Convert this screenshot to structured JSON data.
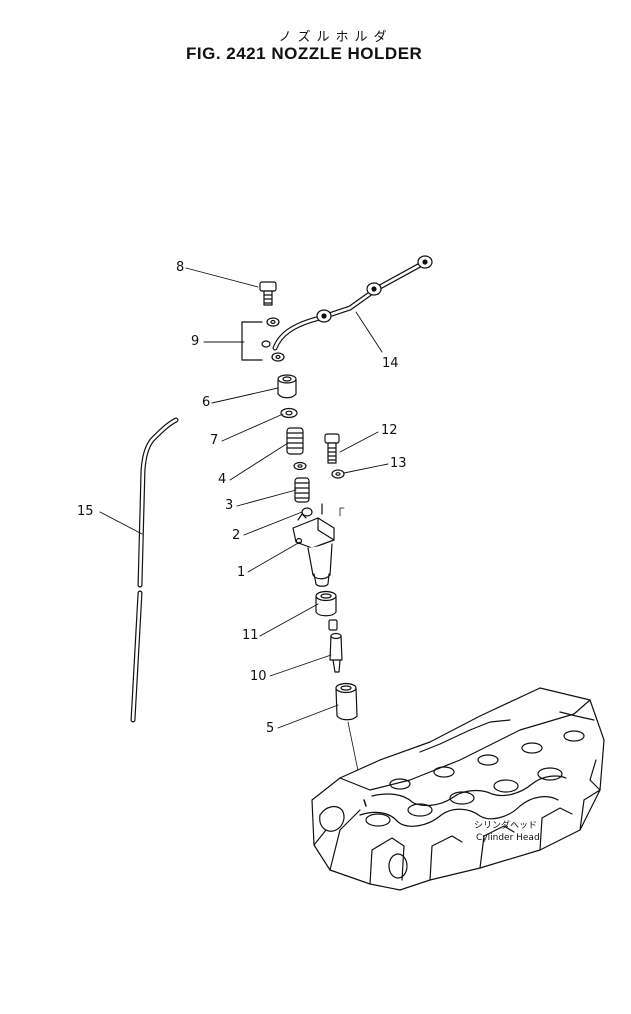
{
  "header": {
    "title_jp": "ノズルホルダ",
    "title": "FIG. 2421  NOZZLE HOLDER"
  },
  "callouts": [
    {
      "id": "c1",
      "label": "1"
    },
    {
      "id": "c2",
      "label": "2"
    },
    {
      "id": "c3",
      "label": "3"
    },
    {
      "id": "c4",
      "label": "4"
    },
    {
      "id": "c5",
      "label": "5"
    },
    {
      "id": "c6",
      "label": "6"
    },
    {
      "id": "c7",
      "label": "7"
    },
    {
      "id": "c8",
      "label": "8"
    },
    {
      "id": "c9",
      "label": "9"
    },
    {
      "id": "c10",
      "label": "10"
    },
    {
      "id": "c11",
      "label": "11"
    },
    {
      "id": "c12",
      "label": "12"
    },
    {
      "id": "c13",
      "label": "13"
    },
    {
      "id": "c14",
      "label": "14"
    },
    {
      "id": "c15",
      "label": "15"
    }
  ],
  "cylinder_head": {
    "label_jp": "シリンダヘッド",
    "label_en": "Cylinder Head"
  },
  "colors": {
    "ink": "#111111",
    "paper": "#ffffff"
  }
}
